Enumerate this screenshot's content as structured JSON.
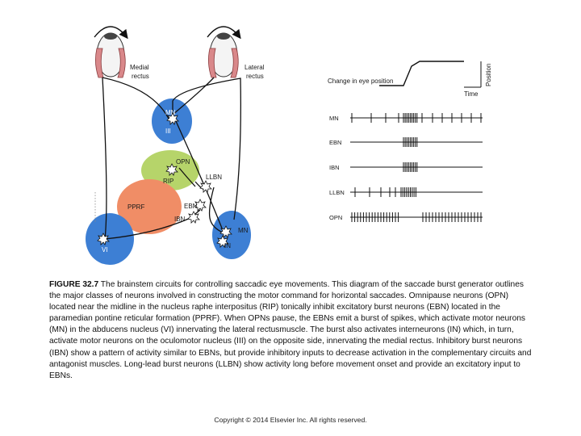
{
  "diagram": {
    "eye_labels": {
      "left_1": "Medial",
      "left_2": "rectus",
      "right_1": "Lateral",
      "right_2": "rectus"
    },
    "nuclei": {
      "mn_top": "MN",
      "iii": "III",
      "opn": "OPN",
      "rip": "RIP",
      "llbn": "LLBN",
      "pprf": "PPRF",
      "ebn": "EBN",
      "ibn": "IBN",
      "vi": "VI",
      "mn_bottom": "MN",
      "in": "IN"
    },
    "colors": {
      "blue": "#3d7fd4",
      "green": "#b6d46a",
      "orange": "#f08d66",
      "muscle": "#d9888a"
    },
    "position_plot": {
      "title": "Change in eye position",
      "xlabel": "Time",
      "ylabel": "Position"
    },
    "traces": [
      "MN",
      "EBN",
      "IBN",
      "LLBN",
      "OPN"
    ]
  },
  "caption": {
    "label": "FIGURE 32.7",
    "text": " The brainstem circuits for controlling saccadic eye movements. This diagram of the saccade burst generator outlines the major classes of neurons involved in constructing the motor command for horizontal saccades. Omnipause neurons (OPN) located near the midline in the nucleus raphe interpositus (RIP) tonically inhibit excitatory burst neurons (EBN) located in the paramedian pontine reticular formation (PPRF). When OPNs pause, the EBNs emit a burst of spikes, which activate motor neurons (MN) in the abducens nucleus (VI) innervating the lateral rectusmuscle. The burst also activates interneurons (IN) which, in turn, activate motor neurons on the oculomotor nucleus (III) on the opposite side, innervating the medial rectus. Inhibitory burst neurons (IBN) show a pattern of activity similar to EBNs, but provide inhibitory inputs to decrease activation in the complementary circuits and antagonist muscles. Long-lead burst neurons (LLBN) show activity long before movement onset and provide an excitatory input to EBNs."
  },
  "copyright": "Copyright © 2014 Elsevier Inc. All rights reserved."
}
